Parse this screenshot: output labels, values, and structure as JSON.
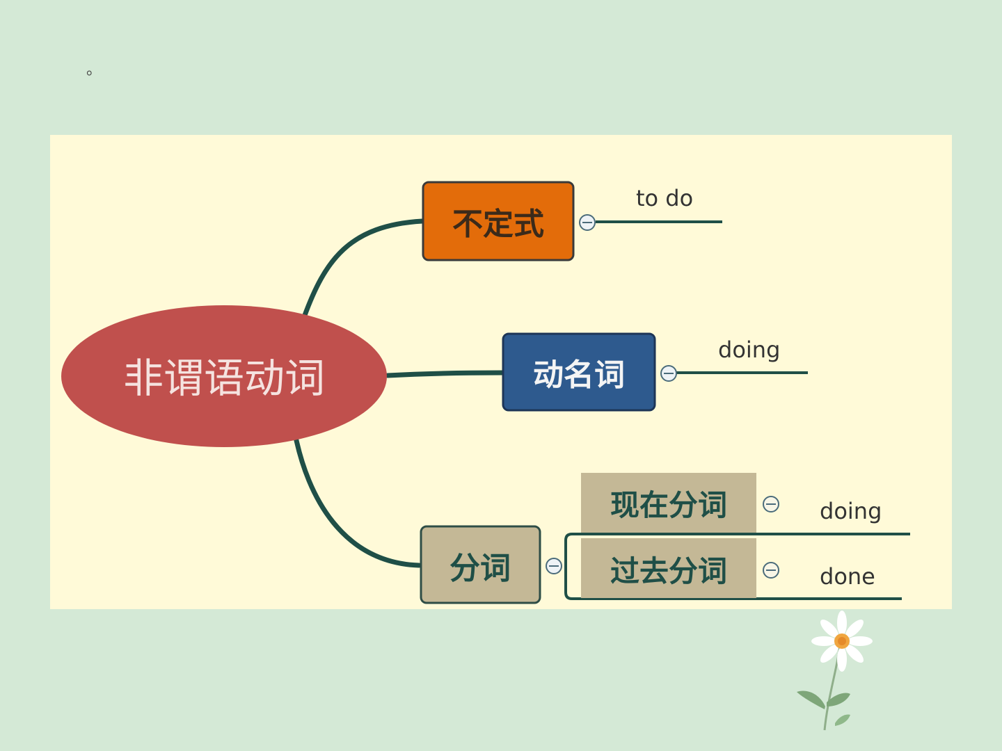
{
  "slide": {
    "mark": "。"
  },
  "mindmap": {
    "root": {
      "label": "非谓语动词",
      "color": "#c0504d"
    },
    "branches": [
      {
        "label": "不定式",
        "color": "#e36c0a",
        "form": "to do",
        "collapse_icon": "collapse-minus-icon"
      },
      {
        "label": "动名词",
        "color": "#2e5a8e",
        "form": "doing",
        "collapse_icon": "collapse-minus-icon"
      },
      {
        "label": "分词",
        "color": "#c4b896",
        "collapse_icon": "collapse-minus-icon",
        "children": [
          {
            "label": "现在分词",
            "form": "doing",
            "collapse_icon": "collapse-minus-icon"
          },
          {
            "label": "过去分词",
            "form": "done",
            "collapse_icon": "collapse-minus-icon"
          }
        ]
      }
    ],
    "connector_color": "#1f4f47"
  },
  "decoration": {
    "icon": "daisy-flower-icon"
  }
}
